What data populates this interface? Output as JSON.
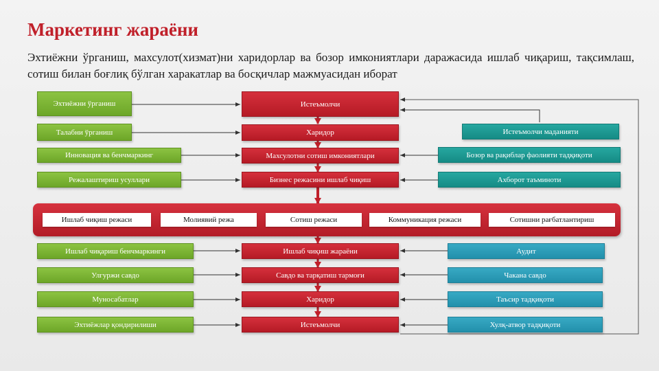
{
  "title": "Маркетинг жараёни",
  "subtitle": "Эхтиёжни ўрганиш, махсулот(хизмат)ни харидорлар ва бозор имкониятлари даражасида ишлаб чиқариш, тақсимлаш, сотиш билан боғлиқ бўлган харакатлар ва босқичлар мажмуасидан иборат",
  "center_top": [
    "Истеъмолчи",
    "Харидор",
    "Махсулотни сотиш имкониятлари",
    "Бизнес режасини ишлаб чиқиш"
  ],
  "left_top": [
    "Эхтиёжни ўрганиш",
    "Талабни ўрганиш",
    "Инновация ва бенчмаркинг",
    "Режалаштириш усуллари"
  ],
  "right_top": [
    "Истеъмолчи маданияти",
    "Бозор ва рақиблар фаолияти тадқиқоти",
    "Ахборот таъминоти"
  ],
  "plans": [
    "Ишлаб чиқиш режаси",
    "Молиявий режа",
    "Сотиш режаси",
    "Коммуникация режаси",
    "Сотишни рағбатлантириш"
  ],
  "center_bottom": [
    "Ишлаб чиқиш жараёни",
    "Савдо ва тарқатиш тармоғи",
    "Харидор",
    "Истеъмолчи"
  ],
  "left_bottom": [
    "Ишлаб чиқариш бенчмаркинги",
    "Улгуржи савдо",
    "Муносабатлар",
    "Эхтиёжлар қондирилиши"
  ],
  "right_bottom": [
    "Аудит",
    "Чакана савдо",
    "Таъсир тадқиқоти",
    "Хулқ-атвор тадқиқоти"
  ],
  "colors": {
    "title": "#c0202a",
    "red": "#c42430",
    "green": "#7cb535",
    "teal": "#1a9a93",
    "blue_teal": "#2d9cb8"
  }
}
